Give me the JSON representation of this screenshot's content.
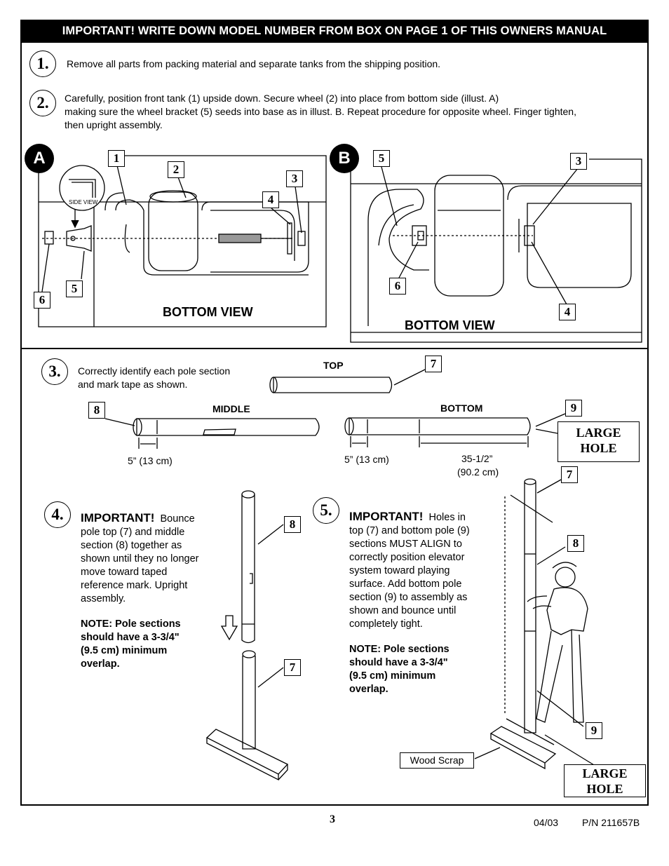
{
  "header": {
    "text": "IMPORTANT!  WRITE DOWN MODEL NUMBER FROM BOX ON PAGE 1 OF THIS OWNERS MANUAL"
  },
  "steps": {
    "s1": {
      "num": "1.",
      "text": "Remove all parts from packing material and separate tanks from the shipping position."
    },
    "s2": {
      "num": "2.",
      "line1": "Carefully, position front tank (1) upside down.  Secure wheel (2) into place from bottom side (illust. A)",
      "line2": "making sure the wheel bracket (5) seeds into base as in illust. B. Repeat procedure for opposite wheel.  Finger tighten,",
      "line3": "then upright assembly."
    },
    "s3": {
      "num": "3.",
      "line1": "Correctly identify each pole section",
      "line2": "and mark tape as shown."
    },
    "s4": {
      "num": "4.",
      "important": "IMPORTANT!",
      "lines": [
        "Bounce",
        "pole top (7) and middle",
        "section (8) together as",
        "shown until they no longer",
        "move toward taped",
        "reference mark.  Upright",
        "assembly."
      ],
      "note": [
        "NOTE:  Pole sections",
        "should have a 3-3/4\"",
        "(9.5 cm) minimum",
        "overlap."
      ]
    },
    "s5": {
      "num": "5.",
      "important": "IMPORTANT!",
      "lines": [
        "Holes in",
        "top (7) and bottom pole (9)",
        "sections MUST ALIGN to",
        "correctly position elevator",
        "system toward playing",
        "surface.  Add bottom pole",
        "section (9) to assembly as",
        "shown and bounce until",
        "completely tight."
      ],
      "note": [
        "NOTE: Pole sections",
        "should have a 3-3/4\"",
        "(9.5 cm) minimum",
        "overlap."
      ]
    }
  },
  "illustrations": {
    "a": {
      "letter": "A",
      "side_view": "SIDE VIEW",
      "caption": "BOTTOM VIEW",
      "callouts": [
        "1",
        "2",
        "3",
        "4",
        "5",
        "6"
      ]
    },
    "b": {
      "letter": "B",
      "caption": "BOTTOM VIEW",
      "callouts": [
        "5",
        "3",
        "6",
        "4"
      ]
    },
    "poles": {
      "top": "TOP",
      "middle": "MIDDLE",
      "bottom": "BOTTOM",
      "c7": "7",
      "c8": "8",
      "c9": "9",
      "large_hole": [
        "LARGE",
        "HOLE"
      ],
      "dim_middle": "5” (13 cm)",
      "dim_bottom": "5” (13 cm)",
      "dim_long1": "35-1/2”",
      "dim_long2": "(90.2 cm)"
    },
    "step4": {
      "c8": "8",
      "c7": "7"
    },
    "step5": {
      "c7": "7",
      "c8": "8",
      "c9": "9",
      "wood": "Wood Scrap",
      "large_hole": [
        "LARGE",
        "HOLE"
      ]
    }
  },
  "footer": {
    "page": "3",
    "date": "04/03",
    "pn": "P/N 211657B"
  },
  "icons": [
    "down-arrow-icon"
  ]
}
